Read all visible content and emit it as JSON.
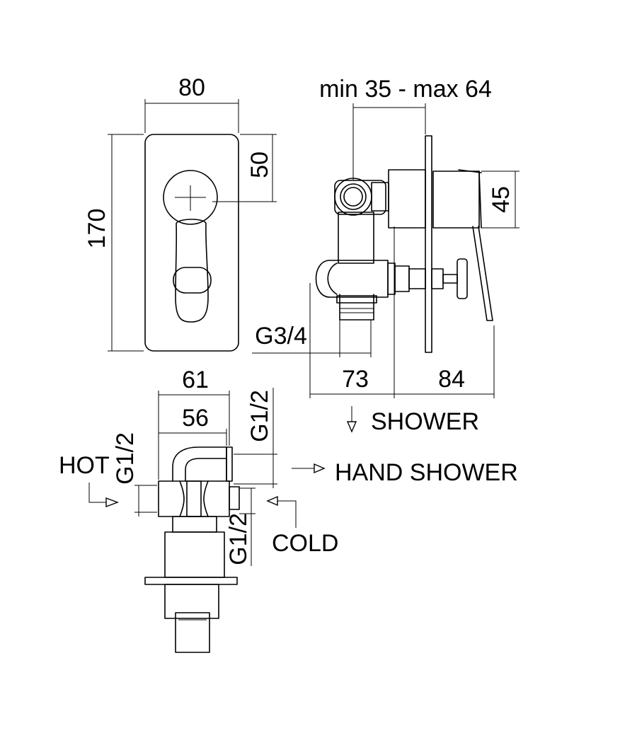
{
  "front_view": {
    "width": "80",
    "height": "170",
    "handle_offset": "50"
  },
  "side_view": {
    "depth_range": "min 35 - max 64",
    "handle_height": "45",
    "outlet_thread": "G3/4",
    "body_depth": "73",
    "protrusion": "84"
  },
  "bottom_view": {
    "outer_width": "61",
    "inner_width": "56",
    "hot_thread": "G1/2",
    "hand_shower_thread": "G1/2",
    "cold_thread": "G1/2"
  },
  "labels": {
    "shower": "SHOWER",
    "hand_shower": "HAND SHOWER",
    "hot": "HOT",
    "cold": "COLD"
  }
}
